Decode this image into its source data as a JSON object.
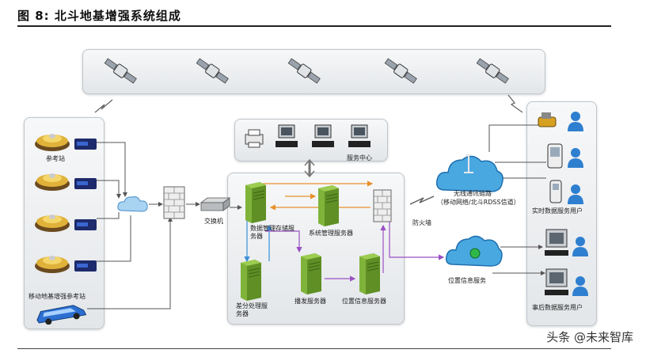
{
  "figure": {
    "title": "图 8: 北斗地基增强系统组成"
  },
  "labels": {
    "reference_station_top": "参考站",
    "mobile_reference_station": "移动地基增强参考站",
    "switch": "交换机",
    "service_center": "服务中心",
    "data_storage_server": "数据管理存储服务器",
    "system_mgmt_server": "系统管理服务器",
    "firewall": "防火墙",
    "diff_processing_server": "差分处理服务器",
    "broadcast_server": "播发服务器",
    "position_info_server": "位置信息服务器",
    "wireless_link": "无线通讯链路",
    "wireless_link_sub": "（移动网络/北斗RDSS信道）",
    "position_info_service": "位置信息服务",
    "realtime_user": "实时数据服务用户",
    "postprocess_user": "事后数据服务用户"
  },
  "watermark": "头条 @未来智库",
  "colors": {
    "server_green": "#7fb33a",
    "cloud_blue": "#3a9fd8",
    "user_blue": "#2f7fd0",
    "arrow_orange": "#e8902a",
    "arrow_purple": "#9a4fc4",
    "arrow_blue": "#3a8fd8"
  }
}
